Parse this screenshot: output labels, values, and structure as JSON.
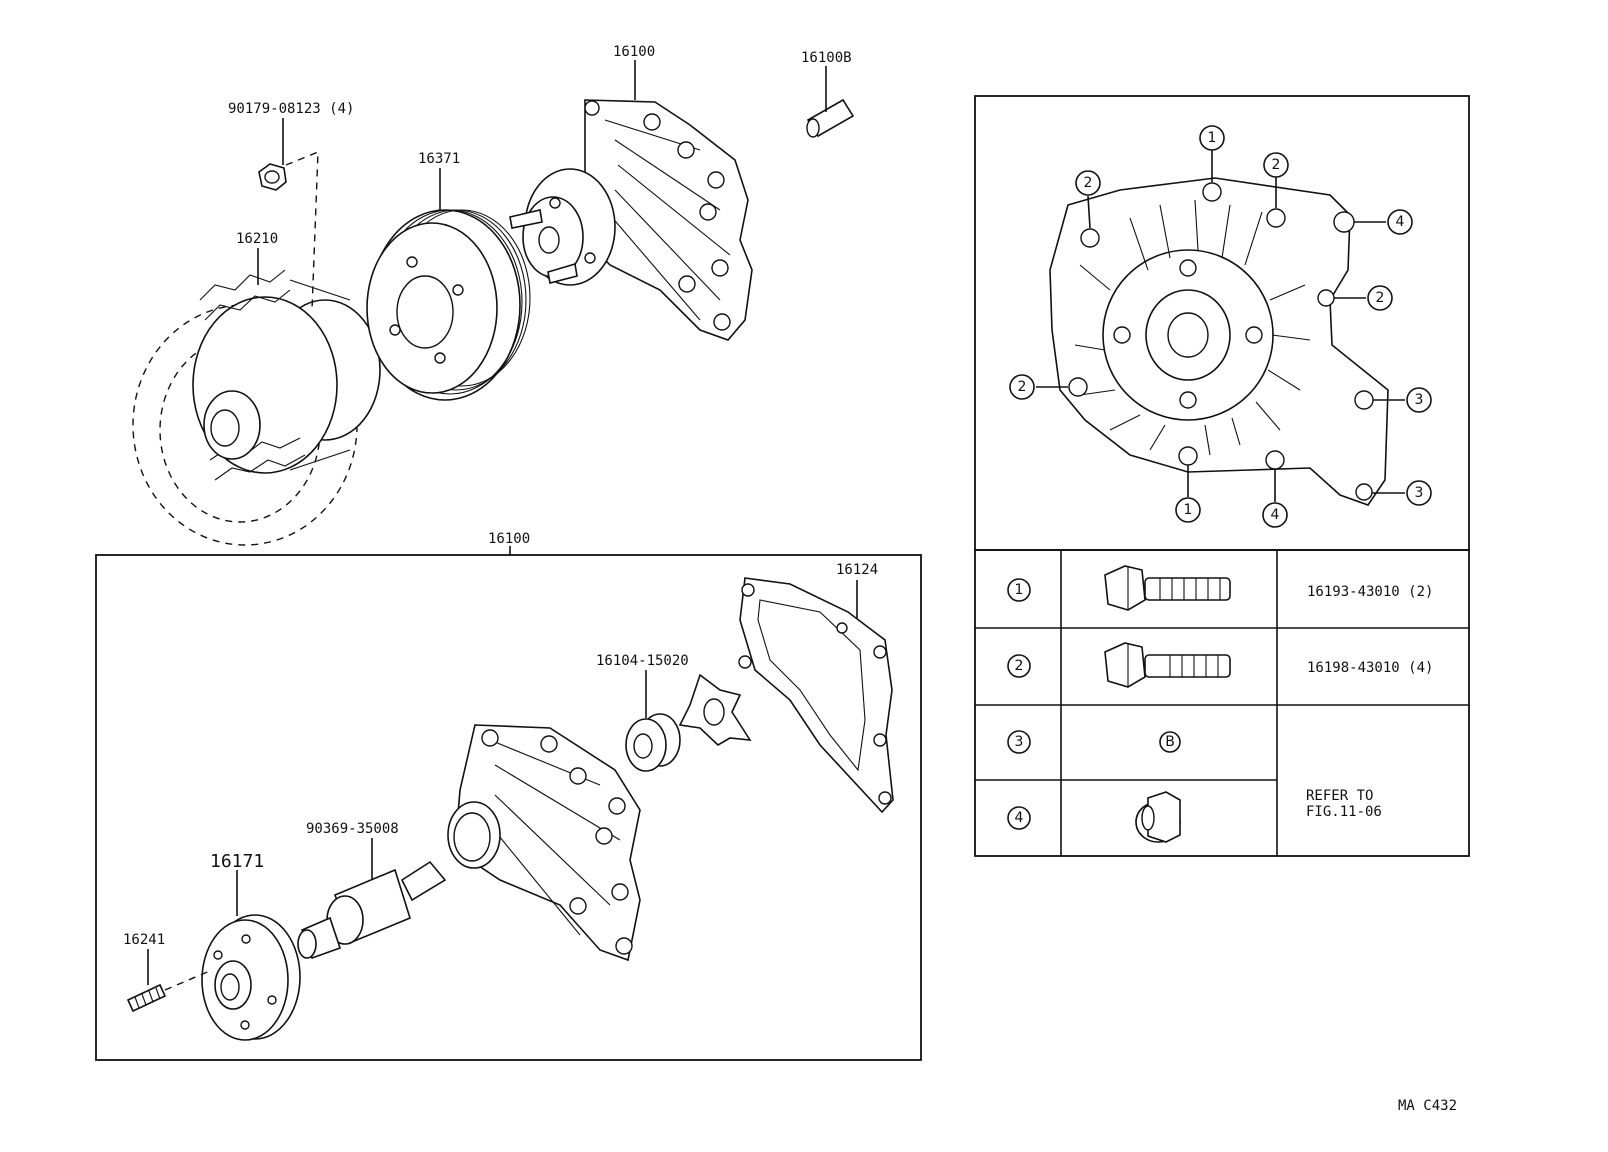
{
  "labels": {
    "p16100_top": "16100",
    "p16100B": "16100B",
    "p90179": "90179-08123 (4)",
    "p16371": "16371",
    "p16210": "16210",
    "p16100_box": "16100",
    "p16124": "16124",
    "p16104": "16104-15020",
    "p90369": "90369-35008",
    "p16171": "16171",
    "p16241": "16241"
  },
  "detail_callouts": [
    "1",
    "2",
    "2",
    "4",
    "2",
    "2",
    "3",
    "3",
    "1",
    "4"
  ],
  "legend_table": {
    "rows": [
      {
        "key": "1",
        "part": "16193-43010 (2)",
        "icon": "flange-bolt-long-icon"
      },
      {
        "key": "2",
        "part": "16198-43010 (4)",
        "icon": "flange-bolt-short-icon"
      },
      {
        "key": "3",
        "part": "",
        "icon": "b-symbol-icon",
        "symbol": "B"
      },
      {
        "key": "4",
        "part": "",
        "icon": "flange-nut-icon"
      }
    ],
    "refer_line1": "REFER TO",
    "refer_line2": "FIG.11-06"
  },
  "footer": {
    "code": "MA  C432"
  }
}
